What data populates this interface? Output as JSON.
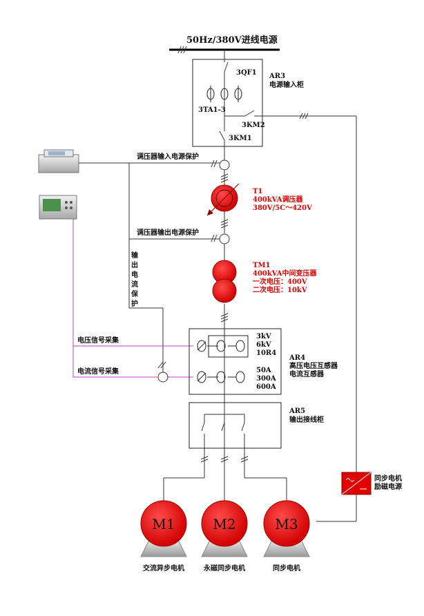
{
  "title": "50Hz/380V进线电源",
  "ar3": {
    "id": "AR3",
    "name": "电源输入柜",
    "qf": "3QF1",
    "ta": "3TA1-3",
    "km2": "3KM2",
    "km1": "3KM1"
  },
  "protect_in": "调压器输入电源保护",
  "protect_out": "调压器输出电源保护",
  "t1": {
    "id": "T1",
    "l1": "400kVA调压器",
    "l2": "380V/5C～420V"
  },
  "tm1": {
    "id": "TM1",
    "l1": "400kVA中间变压器",
    "l2": "一次电压：400V",
    "l3": "二次电压：10kV"
  },
  "out_current_protect": [
    "输",
    "出",
    "电",
    "流",
    "保",
    "护"
  ],
  "voltage_sampling": "电压信号采集",
  "current_sampling": "电流信号采集",
  "ar4": {
    "id": "AR4",
    "name1": "高压电压互感器",
    "name2": "电流互感器",
    "v1": "3kV",
    "v2": "6kV",
    "v3": "10R4",
    "c1": "50A",
    "c2": "300A",
    "c3": "600A"
  },
  "ar5": {
    "id": "AR5",
    "name": "输出接线柜"
  },
  "exciter": {
    "l1": "同步电机",
    "l2": "励磁电源"
  },
  "motors": [
    {
      "id": "M1",
      "label": "交流异步电机"
    },
    {
      "id": "M2",
      "label": "永磁同步电机"
    },
    {
      "id": "M3",
      "label": "同步电机"
    }
  ],
  "colors": {
    "red": "#e00000",
    "purple": "#c040c0",
    "line": "#333333"
  }
}
